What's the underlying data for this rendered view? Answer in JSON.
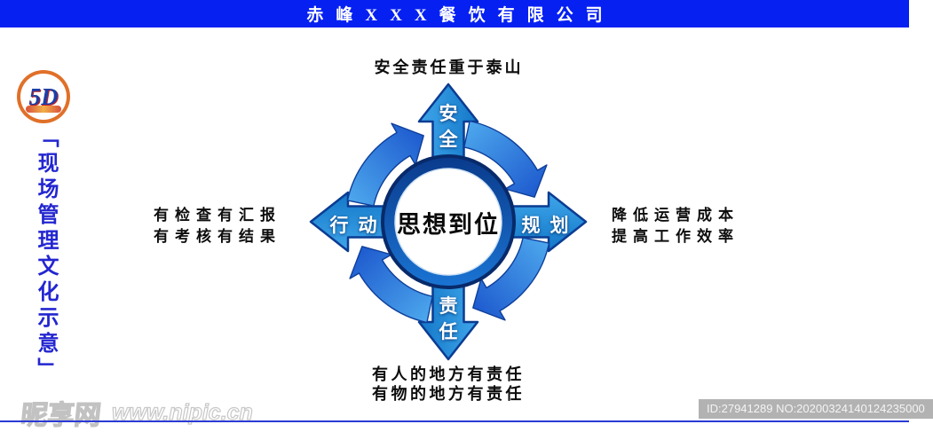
{
  "header": {
    "title": "赤峰XXX餐饮有限公司"
  },
  "sidebar": {
    "logo_text": "5D",
    "vertical_title": "「现场管理文化示意」"
  },
  "diagram": {
    "center_label": "思想到位",
    "arrow_up_label": "安全",
    "arrow_right_label": "规划",
    "arrow_down_label": "责任",
    "arrow_left_label": "行动",
    "caption_top": "安全责任重于泰山",
    "caption_left": [
      "有检查有汇报",
      "有考核有结果"
    ],
    "caption_right": [
      "降低运营成本",
      "提高工作效率"
    ],
    "caption_bottom": [
      "有人的地方有责任",
      "有物的地方有责任"
    ]
  },
  "watermark": {
    "site_name": "昵享网",
    "site_url": "www.nipic.cn",
    "id_text": "ID:27941289 NO:20200324140124235000"
  },
  "colors": {
    "topbar_blue": "#0620f2",
    "bottom_line_blue": "#2b3ad6",
    "sidebar_text_blue": "#2326d0",
    "arrow_fill": "#1e8ed8",
    "arrow_outline": "#0b3c92",
    "swoosh_light": "#4fabee",
    "swoosh_dark": "#1a54cc",
    "ring_dark": "#082a6a",
    "ring_light": "#1a73d2"
  }
}
